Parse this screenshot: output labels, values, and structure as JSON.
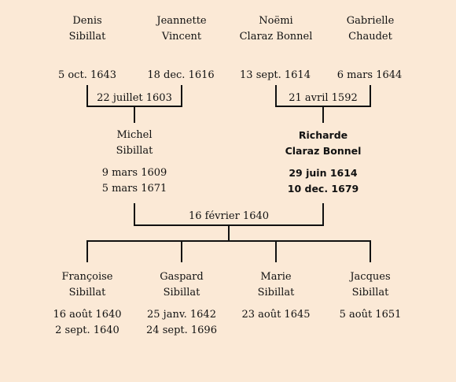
{
  "grandparents": [
    {
      "name1": "Denis",
      "name2": "Sibillat",
      "date": "5 oct. 1643"
    },
    {
      "name1": "Jeannette",
      "name2": "Vincent",
      "date": "18 dec. 1616"
    },
    {
      "name1": "Noëmi",
      "name2": "Claraz Bonnel",
      "date": "13 sept. 1614"
    },
    {
      "name1": "Gabrielle",
      "name2": "Chaudet",
      "date": "6 mars 1644"
    }
  ],
  "marriages": {
    "left": "22 juillet 1603",
    "right": "21 avril 1592",
    "parents": "16 février 1640"
  },
  "parents": [
    {
      "name1": "Michel",
      "name2": "Sibillat",
      "birth": "9 mars 1609",
      "death": "5 mars 1671"
    },
    {
      "name1": "Richarde",
      "name2": "Claraz Bonnel",
      "birth": "29 juin 1614",
      "death": "10 dec. 1679"
    }
  ],
  "children": [
    {
      "name1": "Françoise",
      "name2": "Sibillat",
      "birth": "16 août 1640",
      "death": "2 sept. 1640"
    },
    {
      "name1": "Gaspard",
      "name2": "Sibillat",
      "birth": "25 janv. 1642",
      "death": "24 sept. 1696"
    },
    {
      "name1": "Marie",
      "name2": "Sibillat",
      "birth": "23 août 1645",
      "death": ""
    },
    {
      "name1": "Jacques",
      "name2": "Sibillat",
      "birth": "5 août 1651",
      "death": ""
    }
  ],
  "colors": {
    "background": "#fbe9d6",
    "line": "#111111"
  }
}
